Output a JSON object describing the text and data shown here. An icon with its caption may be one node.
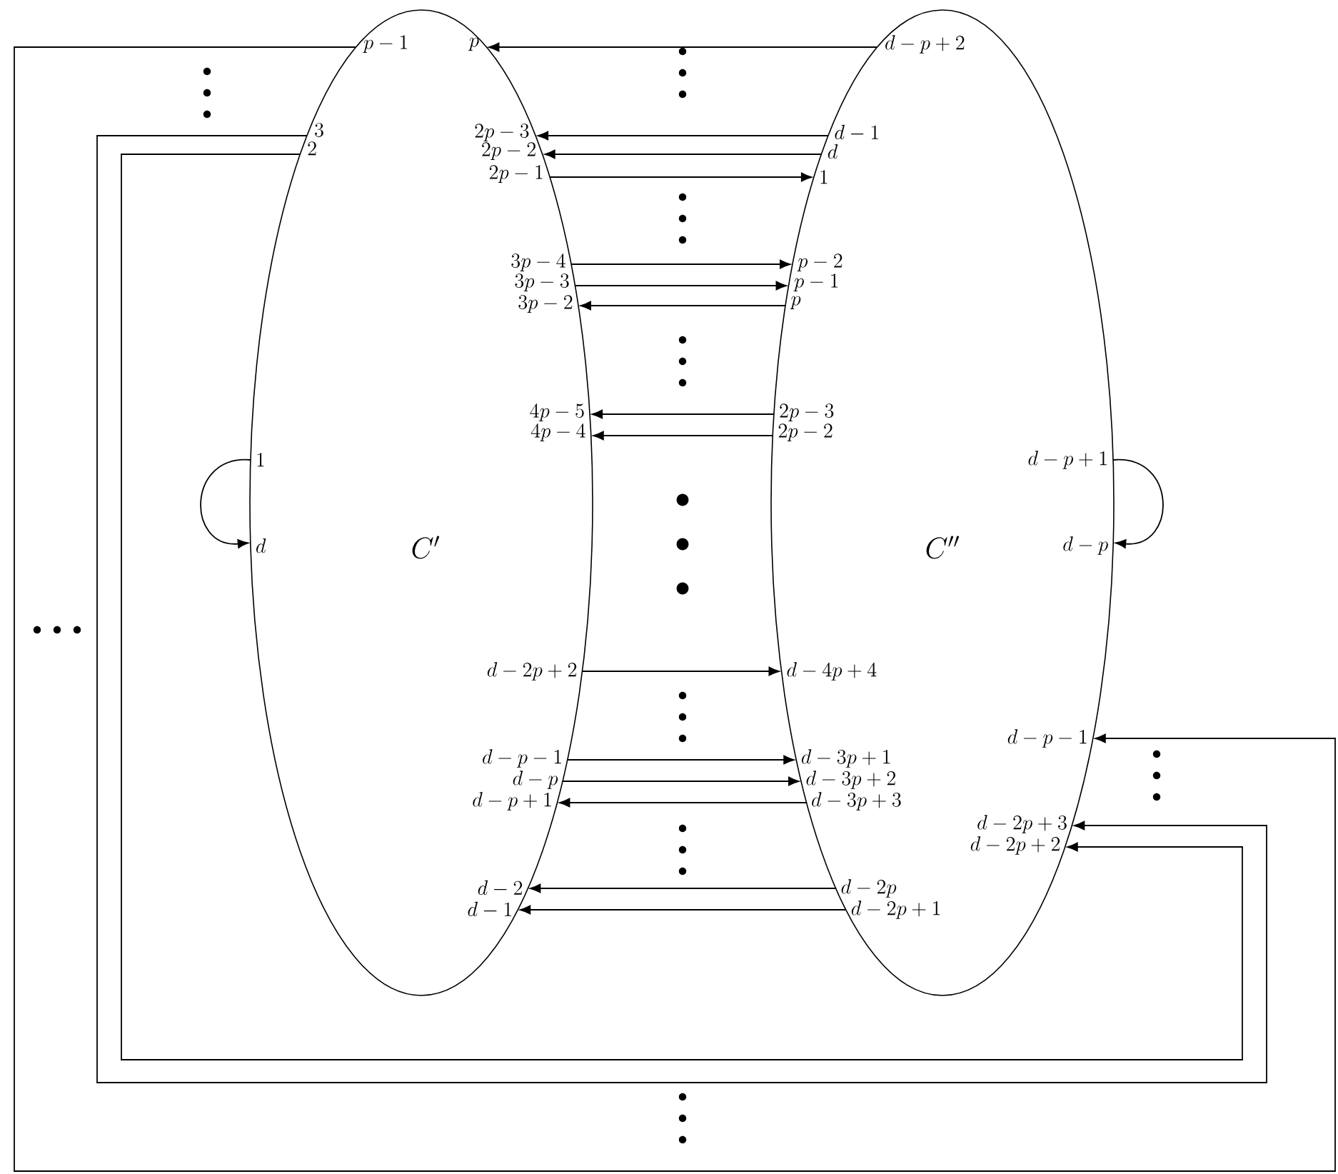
{
  "diagram": {
    "nodes": [
      {
        "text": [
          "C'"
        ]
      },
      {
        "text": [
          "C''"
        ]
      }
    ],
    "edges": [
      {
        "from": 0,
        "to": 1,
        "arrow": "to"
      },
      {
        "from": 1,
        "to": 0,
        "arrow": "to"
      },
      {
        "from": 0,
        "to": 1,
        "arrow": "to"
      },
      {
        "from": 1,
        "to": 0,
        "arrow": "to"
      },
      {
        "from": 0,
        "to": 1,
        "arrow": "to"
      },
      {
        "from": 1,
        "to": 0,
        "arrow": "to"
      },
      {
        "from": 0,
        "to": 1,
        "arrow": "to"
      },
      {
        "from": 0,
        "to": 1,
        "arrow": "to"
      },
      {
        "from": 0,
        "to": 1,
        "arrow": "to"
      },
      {
        "from": 1,
        "to": 0,
        "arrow": "to"
      },
      {
        "from": 1,
        "to": 0,
        "arrow": "to"
      },
      {
        "from": 1,
        "to": 0,
        "arrow": "to"
      },
      {
        "from": 0,
        "to": 0,
        "arrow": "to"
      },
      {
        "from": 1,
        "to": 1,
        "arrow": "to"
      },
      {
        "from": 0,
        "to": 1,
        "arrow": "to"
      },
      {
        "from": 0,
        "to": 1,
        "arrow": "to"
      },
      {
        "from": 0,
        "to": 1,
        "arrow": "to"
      },
      {
        "from": 1,
        "to": 0,
        "arrow": "to"
      },
      {
        "from": 1,
        "to": 0,
        "arrow": "to"
      },
      {
        "from": 1,
        "to": 0,
        "arrow": "to"
      }
    ],
    "labels": [
      "p-1",
      "p",
      "d-p+2",
      "3",
      "2p-3",
      "d-1",
      "2",
      "2p-2",
      "d",
      "2p-1",
      "1",
      "3p-4",
      "p-2",
      "3p-3",
      "p-1",
      "3p-2",
      "p",
      "4p-5",
      "2p-3",
      "4p-4",
      "2p-2",
      "1",
      "d-p+1",
      "d",
      "d-p",
      "d-2p+2",
      "d-4p+4",
      "d-p-1",
      "d-p-1",
      "d-3p+1",
      "d-p",
      "d-3p+2",
      "d-p+1",
      "d-3p+3",
      "d-2p+3",
      "d-2p+2",
      "d-2",
      "d-2p",
      "d-1",
      "d-2p+1"
    ]
  }
}
